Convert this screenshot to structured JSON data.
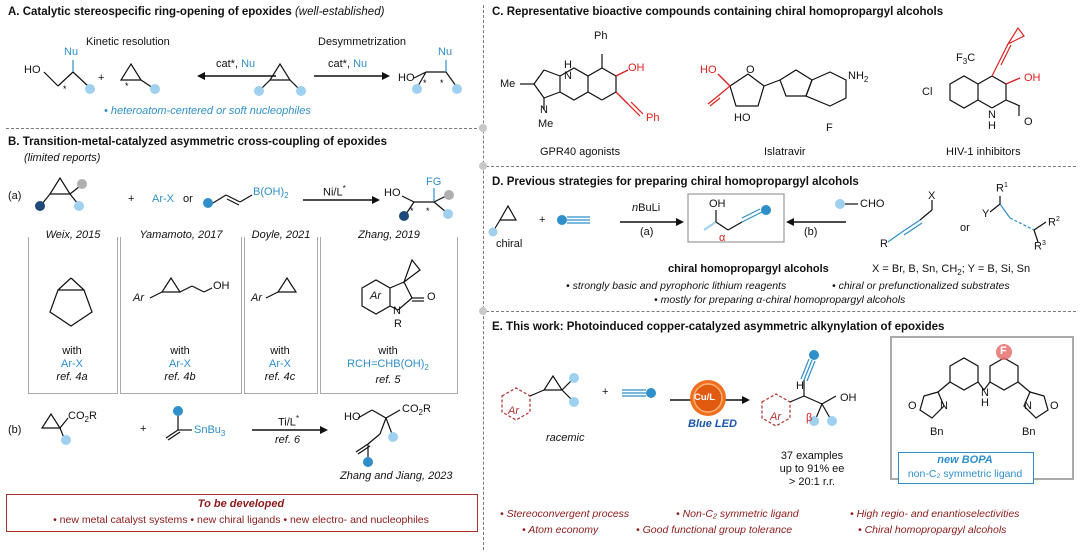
{
  "sectionA": {
    "title": "A. Catalytic stereospecific ring-opening of epoxides",
    "note": "(well-established)",
    "kinetic": "Kinetic resolution",
    "desym": "Desymmetrization",
    "cat": "cat*,",
    "nu": "Nu",
    "plus": "+",
    "bullet": "• heteroatom-centered or soft nucleophiles",
    "atoms": {
      "ho": "HO",
      "nu": "Nu"
    }
  },
  "sectionB": {
    "title": "B. Transition-metal-catalyzed asymmetric cross-coupling of epoxides",
    "note": "(limited reports)",
    "a_label": "(a)",
    "plus": "+",
    "arx": "Ar-X",
    "or": "or",
    "boronic": "B(OH)",
    "boronic_sub": "2",
    "nicat": "Ni/L",
    "ho": "HO",
    "fg": "FG",
    "panels": [
      {
        "head": "Weix, 2015",
        "with": "with",
        "reagent": "Ar-X",
        "ref": "ref. 4a"
      },
      {
        "head": "Yamamoto, 2017",
        "with": "with",
        "reagent": "Ar-X",
        "ref": "ref. 4b"
      },
      {
        "head": "Doyle, 2021",
        "with": "with",
        "reagent": "Ar-X",
        "ref": "ref. 4c"
      },
      {
        "head": "Zhang, 2019",
        "with": "with",
        "reagent": "RCH=CHB(OH)",
        "reagent_sub": "2",
        "ref": "ref. 5"
      }
    ],
    "struct_labels": {
      "ar": "Ar",
      "oh": "OH",
      "r": "R",
      "n": "N",
      "o": "O"
    },
    "b_label": "(b)",
    "co2r": "CO",
    "co2r_tail": "R",
    "snbu3": "SnBu",
    "snbu3_sub": "3",
    "ticat": "Ti/L",
    "ref6": "ref. 6",
    "zj": "Zhang and Jiang, 2023",
    "dev_title": "To be developed",
    "dev_text": "• new metal catalyst systems • new chiral ligands • new electro- and nucleophiles"
  },
  "sectionC": {
    "title": "C. Representative bioactive compounds containing chiral homopropargyl alcohols",
    "gpr": "GPR40 agonists",
    "isl": "Islatravir",
    "hiv": "HIV-1 inhibitors",
    "labels": {
      "ph1": "Ph",
      "oh": "OH",
      "nh": "N",
      "h": "H",
      "me1": "Me",
      "me2": "Me",
      "n": "N",
      "ph2": "Ph",
      "ho": "HO",
      "o": "O",
      "nh2": "NH",
      "f": "F",
      "cl": "Cl",
      "f3c": "F",
      "h2": "H",
      "o2": "O"
    }
  },
  "sectionD": {
    "title": "D. Previous strategies for preparing chiral homopropargyl alcohols",
    "chiral": "chiral",
    "plus": "+",
    "nbuli": "BuLi",
    "a": "(a)",
    "b": "(b)",
    "cho": "CHO",
    "oh": "OH",
    "alpha": "α",
    "product": "chiral homopropargyl alcohols",
    "x": "X",
    "or": "or",
    "y": "Y",
    "r": "R",
    "r1": "R",
    "r2": "R",
    "r3": "R",
    "def": "X = Br, B, Sn, CH",
    "def2": "; Y = B, Si, Sn",
    "bul1": "• strongly basic and pyrophoric lithium reagents",
    "bul2": "• chiral or prefunctionalized substrates",
    "bul3": "• mostly for preparing α-chiral homopropargyl alcohols"
  },
  "sectionE": {
    "title": "E. This work: Photoinduced copper-catalyzed asymmetric alkynylation of epoxides",
    "ar": "Ar",
    "plus": "+",
    "racemic": "racemic",
    "cul": "Cu/L",
    "led": "Blue LED",
    "h": "H",
    "oh": "OH",
    "beta": "β",
    "ex1": "37 examples",
    "ex2": "up to 91% ee",
    "ex3": "> 20:1 r.r.",
    "ligand_new": "new BOPA",
    "ligand_desc": "non-C₂ symmetric ligand",
    "lig": {
      "f": "F",
      "o1": "O",
      "n1": "N",
      "nh": "N",
      "h": "H",
      "o2": "O",
      "n2": "N",
      "bn1": "Bn",
      "bn2": "Bn"
    },
    "bul_row1": [
      "• Stereoconvergent process",
      "• Non-C₂ symmetric ligand",
      "• High regio- and enantioselectivities"
    ],
    "bul_row2": [
      "• Atom economy",
      "• Good functional group tolerance",
      "• Chiral homopropargyl alcohols"
    ]
  }
}
